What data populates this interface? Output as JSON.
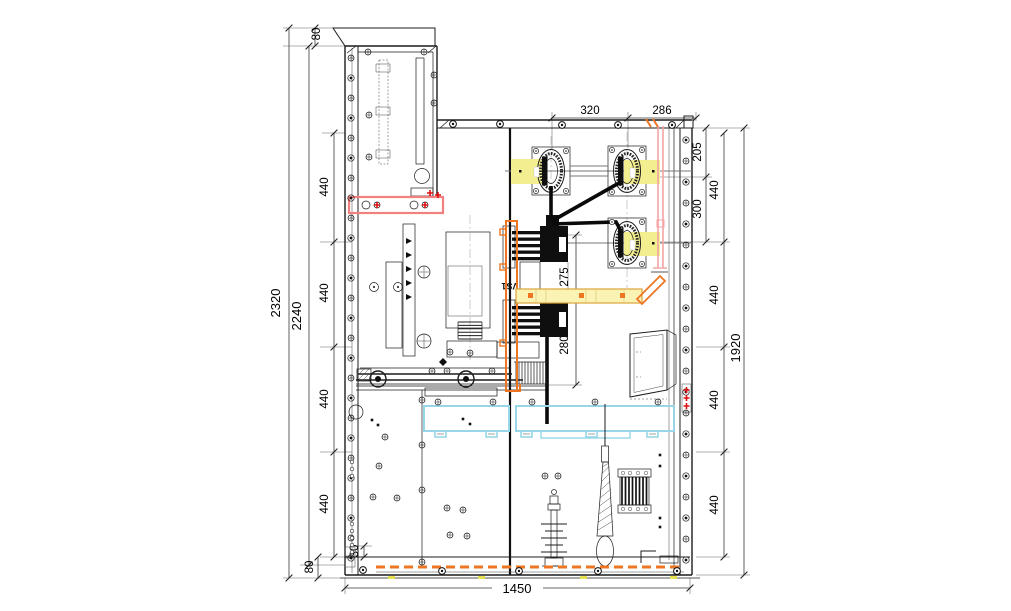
{
  "drawing": {
    "type": "switchgear-cabinet-section-cad",
    "labels": {
      "breaker_model": "VS1"
    },
    "dims": {
      "cap_height": "80",
      "top_span_left": "320",
      "top_span_right": "286",
      "right_upper": "205",
      "right_mid": "300",
      "overall_height": "2320",
      "inner_height": "2240",
      "right_height": "1920",
      "pole_gap_upper": "275",
      "pole_gap_lower": "280",
      "overall_width": "1450",
      "base_height": "80",
      "base_inset": "30",
      "left_segments": [
        "440",
        "440",
        "440",
        "440"
      ],
      "right_segments": [
        "440",
        "440",
        "440",
        "440"
      ]
    },
    "colors": {
      "busbar_orange": "#ee7622",
      "bushing_yellow": "#f3ee8f",
      "busbar_pale_yellow": "#fbf3b4",
      "cable_pink": "#f5a3a3",
      "bracket_red": "#f47f7f",
      "marker_red": "#dd1111",
      "heater_blue": "#97d6e8",
      "dash_yellow": "#e3e34f",
      "line_dark": "#1c1c1c"
    }
  }
}
